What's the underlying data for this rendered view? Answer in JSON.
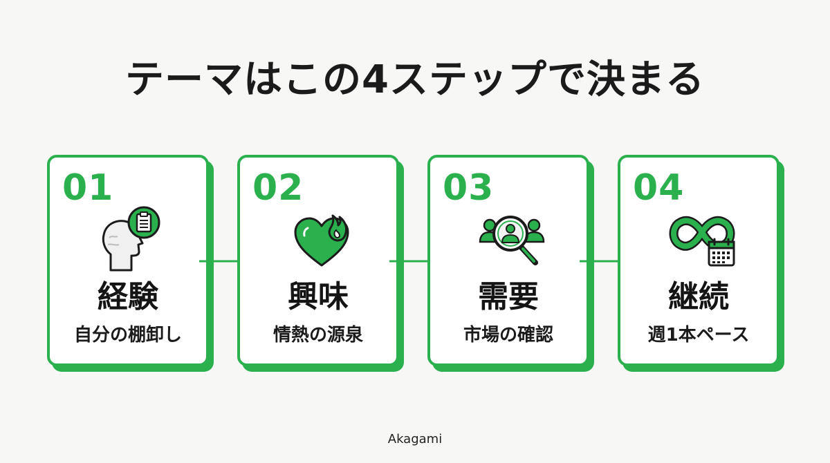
{
  "title": "テーマはこの4ステップで決まる",
  "steps": [
    {
      "num": "01",
      "title": "経験",
      "subtitle": "自分の棚卸し",
      "icon": "head-clipboard-icon"
    },
    {
      "num": "02",
      "title": "興味",
      "subtitle": "情熱の源泉",
      "icon": "heart-flame-icon"
    },
    {
      "num": "03",
      "title": "需要",
      "subtitle": "市場の確認",
      "icon": "magnifier-people-icon"
    },
    {
      "num": "04",
      "title": "継続",
      "subtitle": "週1本ペース",
      "icon": "infinity-calendar-icon"
    }
  ],
  "footer": "Akagami",
  "colors": {
    "accent": "#2bb04e",
    "text": "#1b1b1b",
    "background": "#f7f7f5"
  }
}
